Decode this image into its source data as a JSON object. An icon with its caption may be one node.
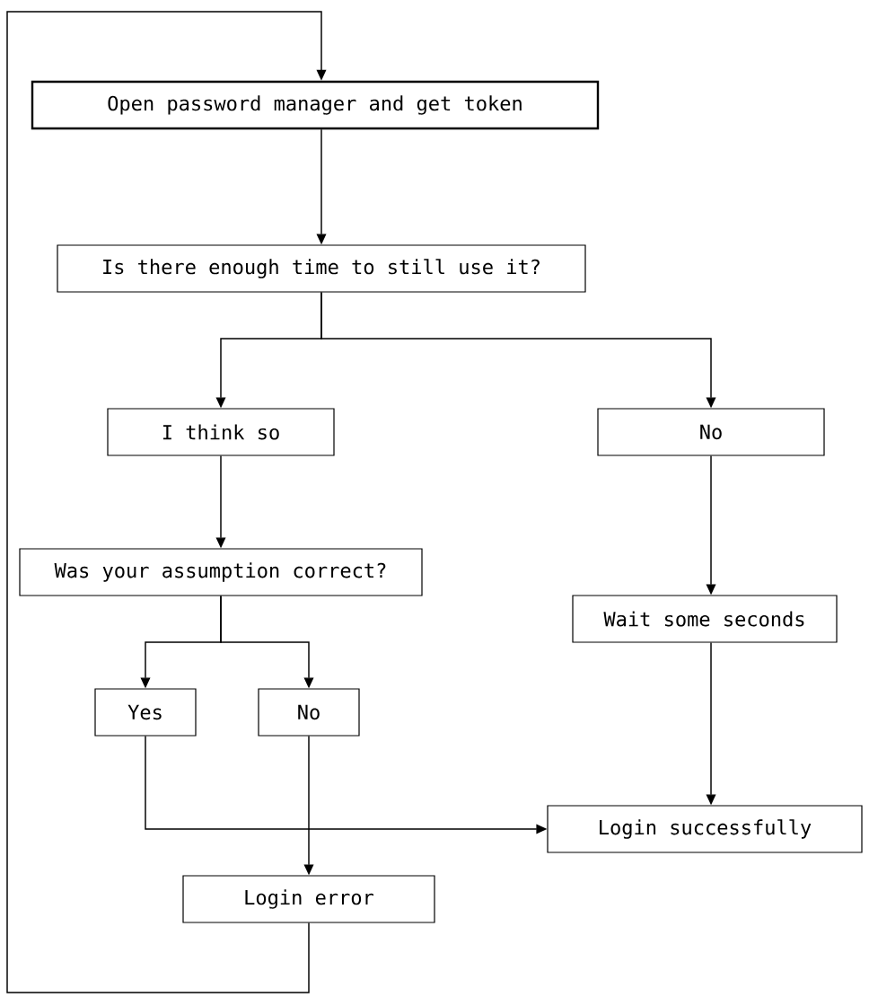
{
  "diagram": {
    "nodes": [
      {
        "text": [
          "Open password manager and get token"
        ]
      },
      {
        "text": [
          "Is there enough time to still use it?"
        ]
      },
      {
        "text": [
          "I think so"
        ]
      },
      {
        "text": [
          "No"
        ]
      },
      {
        "text": [
          "Was your assumption correct?"
        ]
      },
      {
        "text": [
          "Wait some seconds"
        ]
      },
      {
        "text": [
          "Yes"
        ]
      },
      {
        "text": [
          "No"
        ]
      },
      {
        "text": [
          "Login successfully"
        ]
      },
      {
        "text": [
          "Login error"
        ]
      }
    ],
    "edges": [
      {
        "from": 0,
        "to": 1,
        "arrow": "to"
      },
      {
        "from": 1,
        "to": 2,
        "arrow": "to"
      },
      {
        "from": 1,
        "to": 3,
        "arrow": "to"
      },
      {
        "from": 2,
        "to": 4,
        "arrow": "to"
      },
      {
        "from": 3,
        "to": 5,
        "arrow": "to"
      },
      {
        "from": 4,
        "to": 6,
        "arrow": "to"
      },
      {
        "from": 4,
        "to": 7,
        "arrow": "to"
      },
      {
        "from": 5,
        "to": 8,
        "arrow": "to"
      },
      {
        "from": 6,
        "to": 8,
        "arrow": "to"
      },
      {
        "from": 7,
        "to": 9,
        "arrow": "to"
      },
      {
        "from": 9,
        "to": 0,
        "arrow": "to"
      }
    ]
  }
}
